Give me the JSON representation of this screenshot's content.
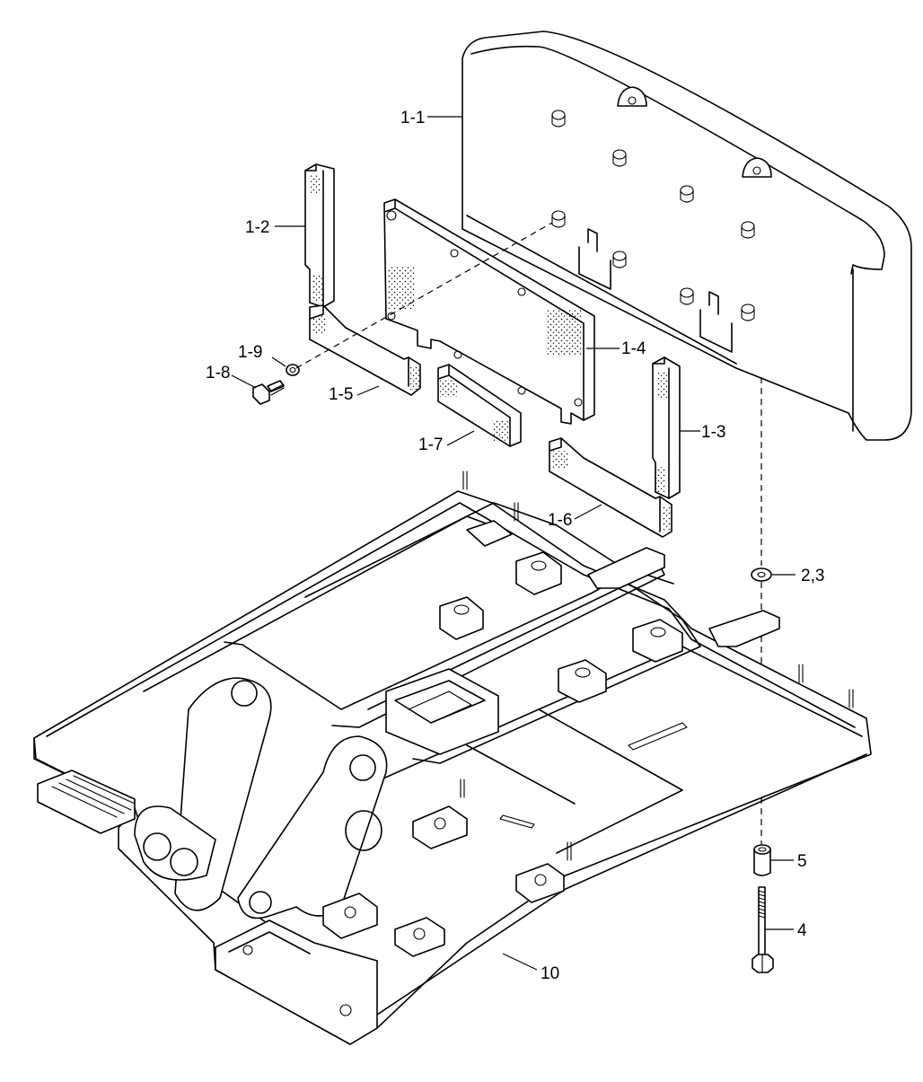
{
  "labels": {
    "p1_1": "1-1",
    "p1_2": "1-2",
    "p1_3": "1-3",
    "p1_4": "1-4",
    "p1_5": "1-5",
    "p1_6": "1-6",
    "p1_7": "1-7",
    "p1_8": "1-8",
    "p1_9": "1-9",
    "p2_3": "2,3",
    "p4": "4",
    "p5": "5",
    "p10": "10"
  }
}
